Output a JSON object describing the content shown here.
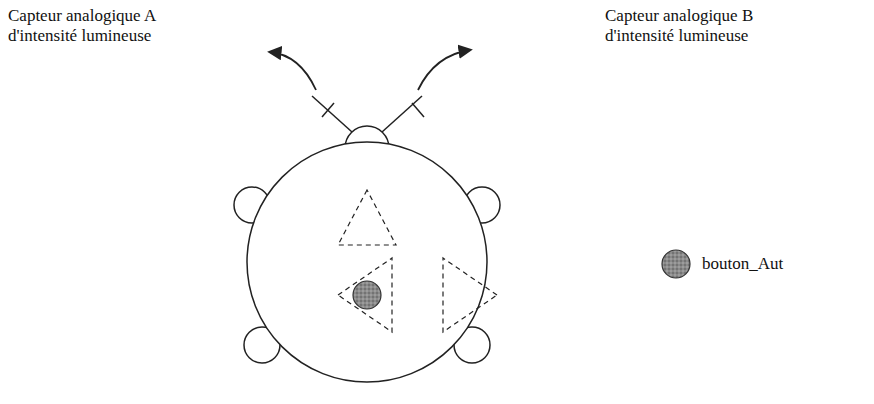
{
  "diagram": {
    "labels": [
      "Capteur analogique A d'intensité lumineuse",
      "Capteur analogique B d'intensité lumineuse"
    ],
    "legend": [
      {
        "text": "bouton_Aut"
      }
    ]
  }
}
